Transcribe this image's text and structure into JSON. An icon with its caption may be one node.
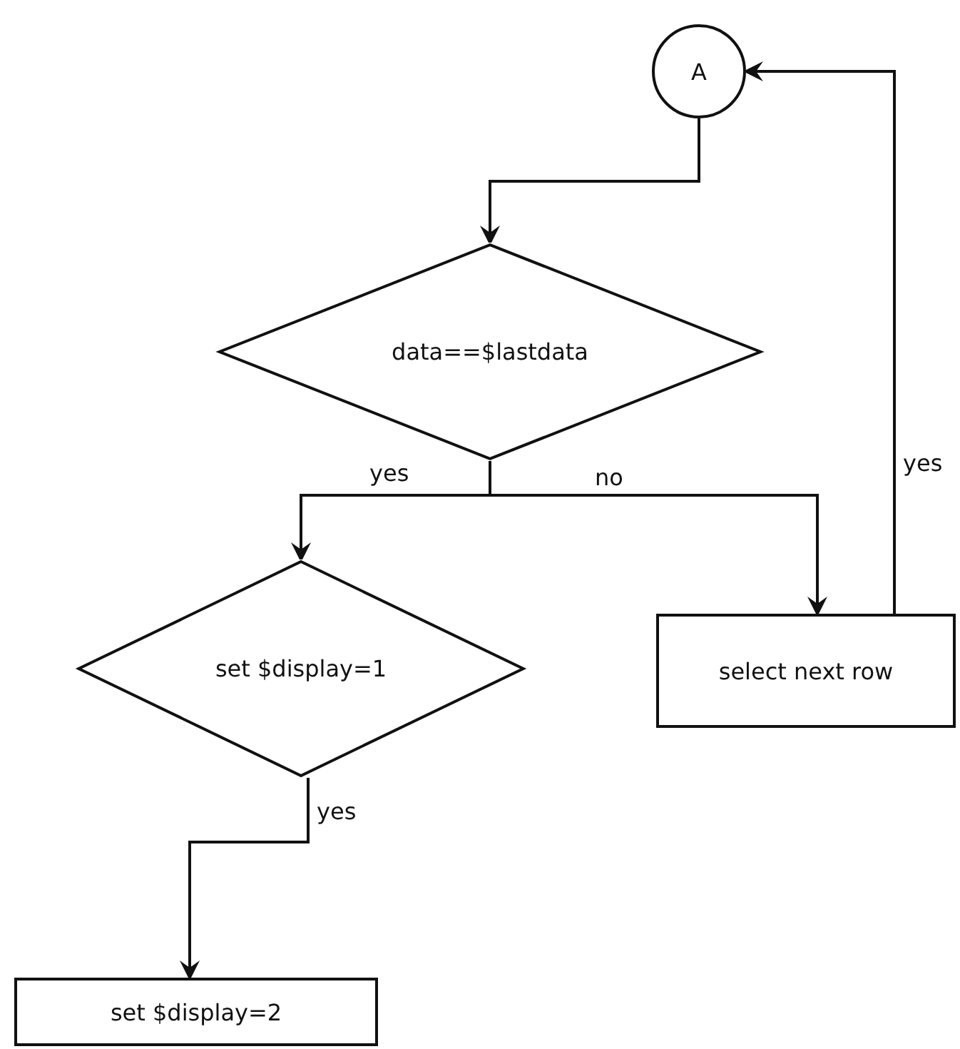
{
  "diagram": {
    "nodes": [
      {
        "text": [
          "A"
        ]
      },
      {
        "text": [
          "data==$lastdata"
        ]
      },
      {
        "text": [
          "set $display=1"
        ]
      },
      {
        "text": [
          "select next row"
        ]
      },
      {
        "text": [
          "set $display=2"
        ]
      }
    ],
    "edges": [
      {
        "from": 0,
        "to": 1,
        "arrow": "to"
      },
      {
        "from": 1,
        "to": 2,
        "arrow": "to",
        "label": "yes"
      },
      {
        "from": 1,
        "to": 3,
        "arrow": "to",
        "label": "no"
      },
      {
        "from": 3,
        "to": 0,
        "arrow": "to",
        "label": "yes"
      },
      {
        "from": 2,
        "to": 4,
        "arrow": "to",
        "label": "yes"
      }
    ]
  }
}
